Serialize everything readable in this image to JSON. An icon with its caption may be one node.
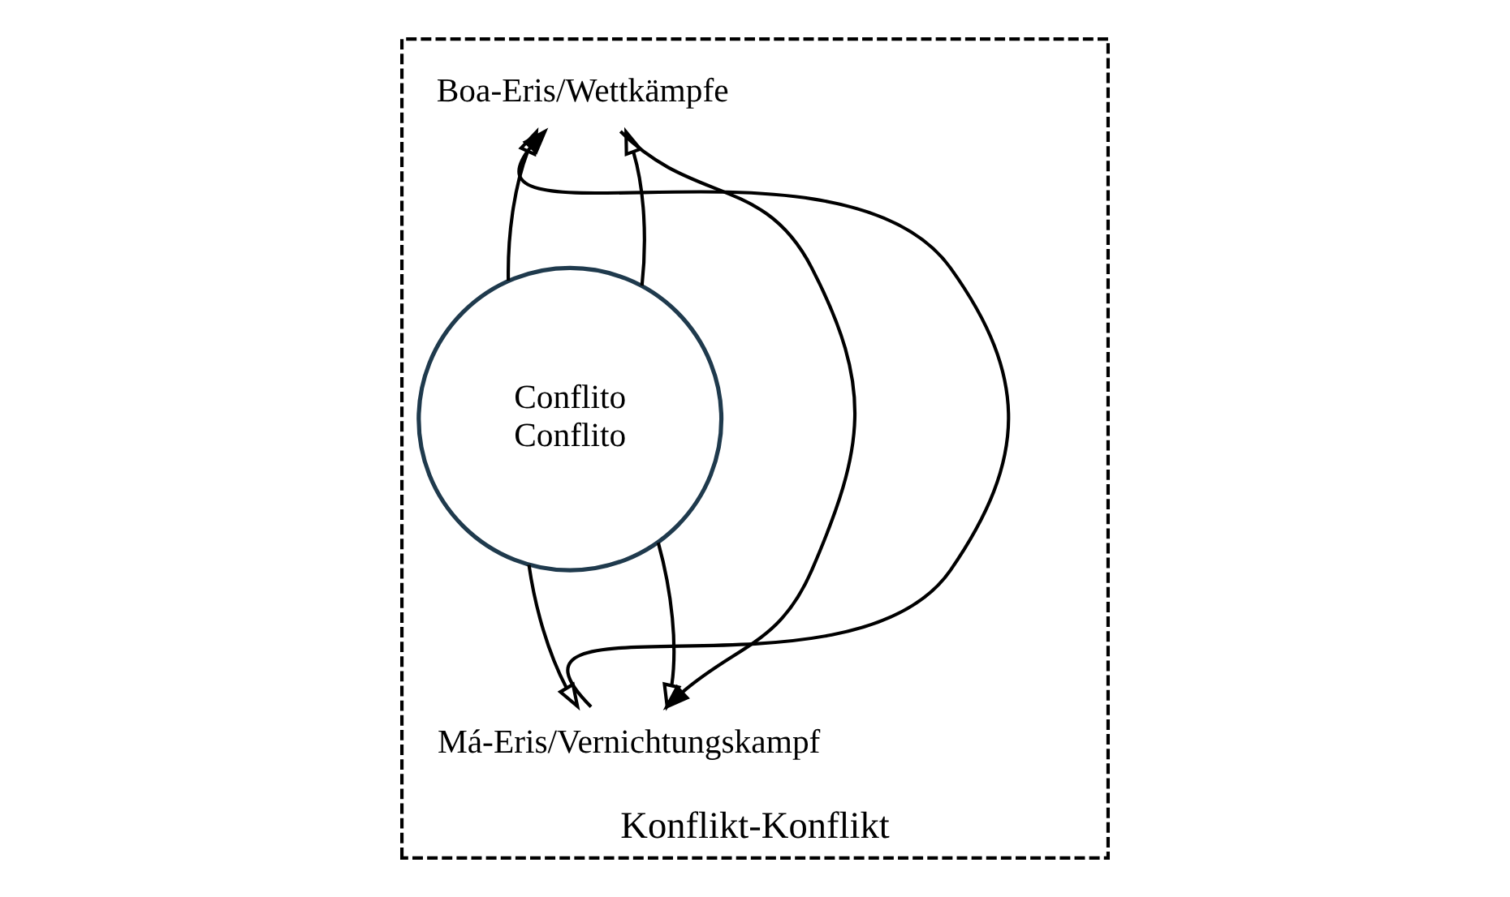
{
  "diagram": {
    "nodes": [
      {
        "text": [
          "Konflikt-Konflikt"
        ]
      },
      {
        "text": [
          "Boa-Eris/Wettkämpfe"
        ],
        "in": 0
      },
      {
        "text": [
          "Conflito",
          "Conflito"
        ],
        "in": 0
      },
      {
        "text": [
          "Má-Eris/Vernichtungskampf"
        ],
        "in": 0
      }
    ],
    "edges": [
      {
        "from": 2,
        "to": 1,
        "arrow": "to"
      },
      {
        "from": 3,
        "to": 1,
        "arrow": "to"
      },
      {
        "from": 1,
        "to": 3,
        "arrow": "to"
      },
      {
        "from": 2,
        "to": 1,
        "arrow": "to"
      },
      {
        "from": 2,
        "to": 3,
        "arrow": "to"
      },
      {
        "from": 2,
        "to": 3,
        "arrow": "to"
      }
    ]
  }
}
